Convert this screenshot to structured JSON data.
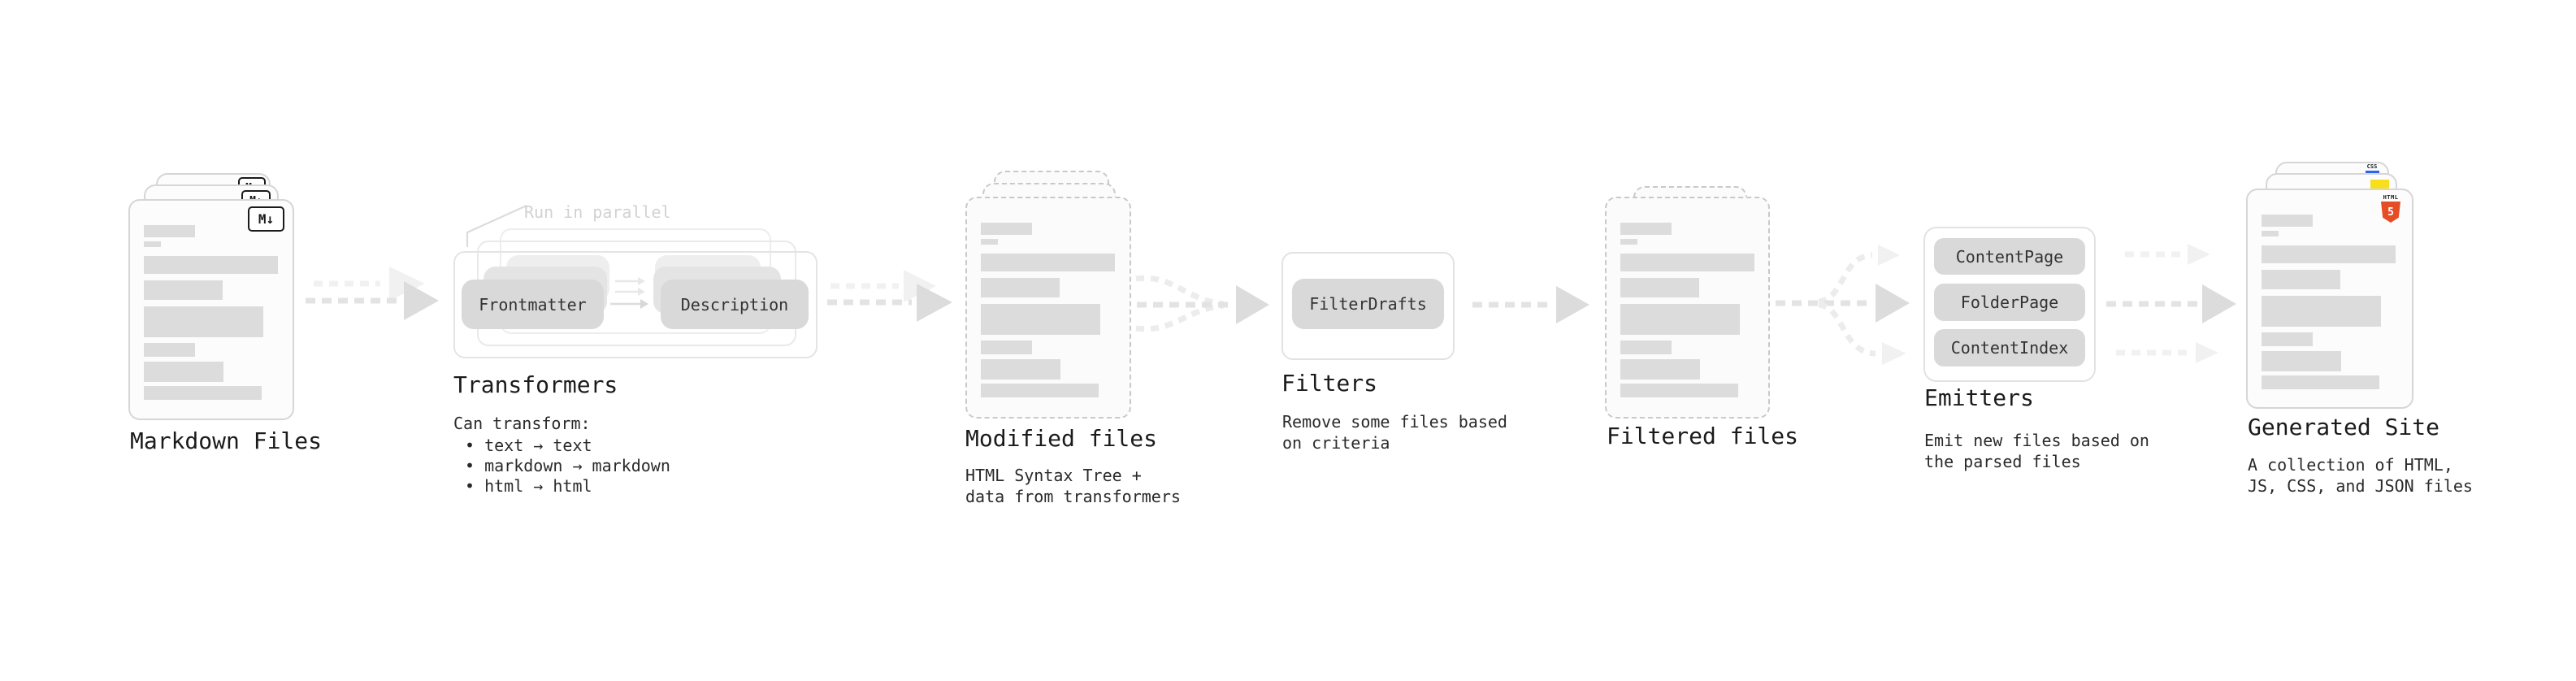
{
  "stages": {
    "markdown": {
      "title": "Markdown Files",
      "badge": "M↓"
    },
    "transformers": {
      "annotation": "Run in parallel",
      "pill_left": "Frontmatter",
      "pill_right": "Description",
      "title": "Transformers",
      "subtitle": "Can transform:",
      "bullets": [
        "• text → text",
        "• markdown → markdown",
        "• html → html"
      ]
    },
    "modified": {
      "title": "Modified files",
      "subtitle": "HTML Syntax Tree +\ndata from transformers"
    },
    "filters": {
      "title": "Filters",
      "pill": "FilterDrafts",
      "subtitle": "Remove some files based\non criteria"
    },
    "filtered": {
      "title": "Filtered files"
    },
    "emitters": {
      "title": "Emitters",
      "pills": [
        "ContentPage",
        "FolderPage",
        "ContentIndex"
      ],
      "subtitle": "Emit new files based on\nthe parsed files"
    },
    "generated": {
      "title": "Generated Site",
      "subtitle": "A collection of HTML,\nJS, CSS, and JSON files",
      "badge_css": "CSS",
      "badge_html_label": "HTML",
      "badge_html_number": "5"
    }
  },
  "colors": {
    "ink": "#1b1b1b",
    "subtle-ink": "#2a2a2a",
    "badge-ink": "#1a1a1a",
    "html5-orange": "#e44d26",
    "js-yellow": "#f7df1e",
    "css-blue": "#2965f1"
  }
}
